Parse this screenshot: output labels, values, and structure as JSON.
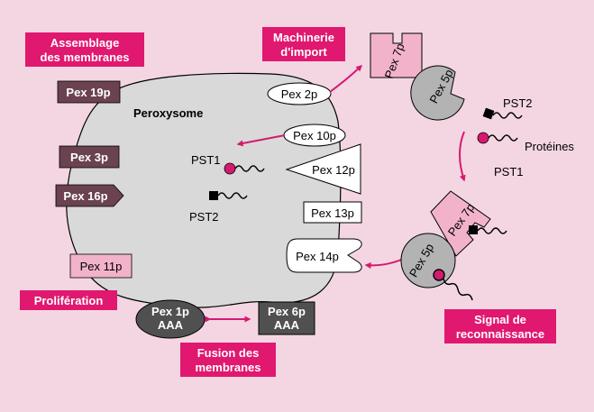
{
  "colors": {
    "background": "#f4d6e3",
    "cell": "#d9d9d9",
    "pink_box": "#e0186f",
    "arrow": "#d41a70",
    "dark_tag": "#6b4250",
    "pink_tag": "#f2b3ca",
    "gray_pex5": "#b3b3b3",
    "dark_oval": "#505050"
  },
  "icons": [
    "arrow-icon",
    "pst1-circle-signal-icon",
    "pst2-square-signal-icon",
    "protein-chain-icon"
  ],
  "labels": {
    "assemblage_line1": "Assemblage",
    "assemblage_line2": "des membranes",
    "machinerie_line1": "Machinerie",
    "machinerie_line2": "d'import",
    "proliferation": "Prolifération",
    "signal_line1": "Signal de",
    "signal_line2": "reconnaissance",
    "fusion_line1": "Fusion des",
    "fusion_line2": "membranes"
  },
  "cell": {
    "title": "Peroxysome",
    "pst1": "PST1",
    "pst2": "PST2"
  },
  "membrane_tags": {
    "pex19": "Pex 19p",
    "pex3": "Pex 3p",
    "pex16": "Pex 16p",
    "pex11": "Pex 11p"
  },
  "right_proteins": {
    "pex2": "Pex 2p",
    "pex10": "Pex 10p",
    "pex12": "Pex 12p",
    "pex13": "Pex 13p",
    "pex14": "Pex 14p"
  },
  "cycle": {
    "pex7_top": "Pex 7p",
    "pex5_top": "Pex 5p",
    "pst2": "PST2",
    "proteines": "Protéines",
    "pst1": "PST1",
    "pex7_bottom": "Pex 7p",
    "pex5_bottom": "Pex 5p"
  },
  "aaa": {
    "pex1_line1": "Pex 1p",
    "pex1_line2": "AAA",
    "pex6_line1": "Pex 6p",
    "pex6_line2": "AAA"
  }
}
